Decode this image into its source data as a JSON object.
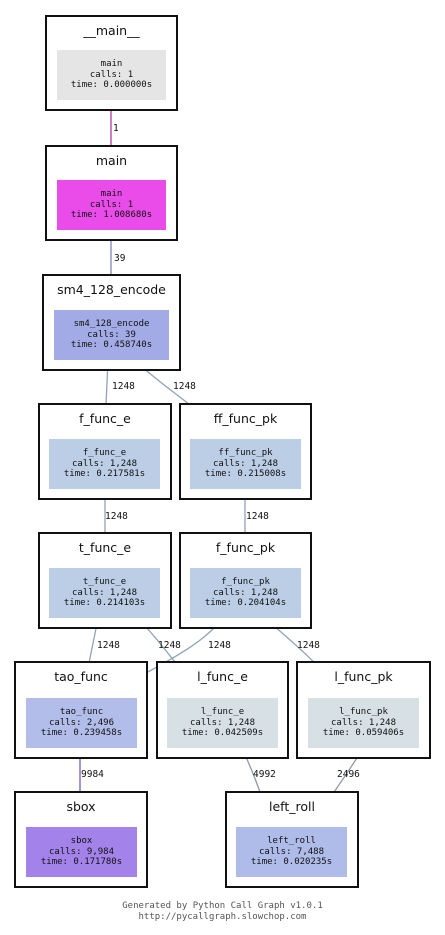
{
  "graph": {
    "clusters": {
      "dunder_main": {
        "title": "__main__"
      },
      "main": {
        "title": "main"
      },
      "sm4": {
        "title": "sm4_128_encode"
      },
      "f_func_e": {
        "title": "f_func_e"
      },
      "ff_func_pk": {
        "title": "ff_func_pk"
      },
      "t_func_e": {
        "title": "t_func_e"
      },
      "f_func_pk": {
        "title": "f_func_pk"
      },
      "tao_func": {
        "title": "tao_func"
      },
      "l_func_e": {
        "title": "l_func_e"
      },
      "l_func_pk": {
        "title": "l_func_pk"
      },
      "sbox": {
        "title": "sbox"
      },
      "left_roll": {
        "title": "left_roll"
      }
    },
    "nodes": {
      "dunder_main": {
        "name": "main",
        "calls": "calls: 1",
        "time": "time: 0.000000s",
        "color": "#e5e5e5"
      },
      "main": {
        "name": "main",
        "calls": "calls: 1",
        "time": "time: 1.008680s",
        "color": "#e94ce9"
      },
      "sm4": {
        "name": "sm4_128_encode",
        "calls": "calls: 39",
        "time": "time: 0.458740s",
        "color": "#a3abe6"
      },
      "f_func_e": {
        "name": "f_func_e",
        "calls": "calls: 1,248",
        "time": "time: 0.217581s",
        "color": "#bccde6"
      },
      "ff_func_pk": {
        "name": "ff_func_pk",
        "calls": "calls: 1,248",
        "time": "time: 0.215008s",
        "color": "#bccde6"
      },
      "t_func_e": {
        "name": "t_func_e",
        "calls": "calls: 1,248",
        "time": "time: 0.214103s",
        "color": "#bccde6"
      },
      "f_func_pk": {
        "name": "f_func_pk",
        "calls": "calls: 1,248",
        "time": "time: 0.204104s",
        "color": "#bccde6"
      },
      "tao_func": {
        "name": "tao_func",
        "calls": "calls: 2,496",
        "time": "time: 0.239458s",
        "color": "#b3bde9"
      },
      "l_func_e": {
        "name": "l_func_e",
        "calls": "calls: 1,248",
        "time": "time: 0.042509s",
        "color": "#d6e0e5"
      },
      "l_func_pk": {
        "name": "l_func_pk",
        "calls": "calls: 1,248",
        "time": "time: 0.059406s",
        "color": "#d6e0e5"
      },
      "sbox": {
        "name": "sbox",
        "calls": "calls: 9,984",
        "time": "time: 0.171780s",
        "color": "#a383e9"
      },
      "left_roll": {
        "name": "left_roll",
        "calls": "calls: 7,488",
        "time": "time: 0.020235s",
        "color": "#afbbe8"
      }
    },
    "edges": [
      {
        "id": "e1",
        "label": "1",
        "color": "#b03cb0"
      },
      {
        "id": "e2",
        "label": "39",
        "color": "#7f86b8"
      },
      {
        "id": "e3",
        "label": "1248",
        "color": "#8fa3b8"
      },
      {
        "id": "e4",
        "label": "1248",
        "color": "#8fa3b8"
      },
      {
        "id": "e5",
        "label": "1248",
        "color": "#8fa3b8"
      },
      {
        "id": "e6",
        "label": "1248",
        "color": "#8fa3b8"
      },
      {
        "id": "e7",
        "label": "1248",
        "color": "#8fa3b8"
      },
      {
        "id": "e8",
        "label": "1248",
        "color": "#8fa3b8"
      },
      {
        "id": "e9",
        "label": "1248",
        "color": "#8fa3b8"
      },
      {
        "id": "e10",
        "label": "1248",
        "color": "#8fa3b8"
      },
      {
        "id": "e11",
        "label": "9984",
        "color": "#7a5cb0"
      },
      {
        "id": "e12",
        "label": "4992",
        "color": "#8f9aaa"
      },
      {
        "id": "e13",
        "label": "2496",
        "color": "#8f9aaa"
      }
    ]
  },
  "footer": {
    "line1": "Generated by Python Call Graph v1.0.1",
    "line2": "http://pycallgraph.slowchop.com"
  }
}
